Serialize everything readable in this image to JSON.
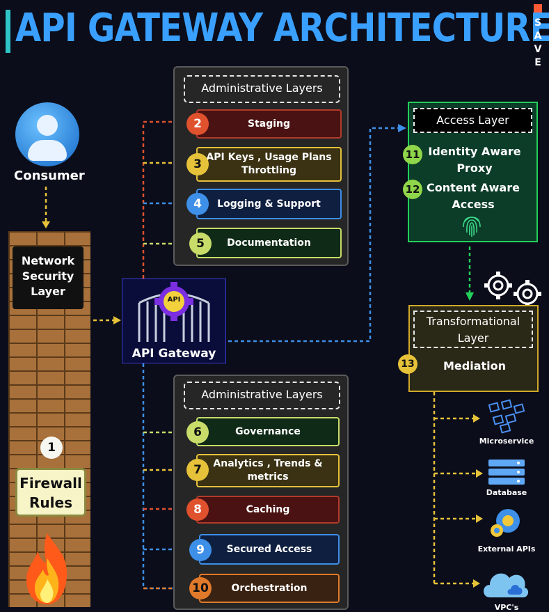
{
  "title": "API GATEWAY ARCHITECTURE",
  "save_letters": [
    "S",
    "A",
    "V",
    "E"
  ],
  "consumer": {
    "label": "Consumer"
  },
  "network_security": {
    "label": "Network Security Layer"
  },
  "firewall": {
    "number": "1",
    "label_line1": "Firewall",
    "label_line2": "Rules"
  },
  "gateway": {
    "badge": "API",
    "label": "API Gateway"
  },
  "admin_top": {
    "heading": "Administrative Layers",
    "items": [
      {
        "number": "2",
        "label_line1": "Staging",
        "label_line2": ""
      },
      {
        "number": "3",
        "label_line1": "API Keys , Usage Plans",
        "label_line2": "Throttling"
      },
      {
        "number": "4",
        "label_line1": "Logging & Support",
        "label_line2": ""
      },
      {
        "number": "5",
        "label_line1": "Documentation",
        "label_line2": ""
      }
    ]
  },
  "admin_bottom": {
    "heading": "Administrative Layers",
    "items": [
      {
        "number": "6",
        "label_line1": "Governance",
        "label_line2": ""
      },
      {
        "number": "7",
        "label_line1": "Analytics , Trends &",
        "label_line2": "metrics"
      },
      {
        "number": "8",
        "label_line1": "Caching",
        "label_line2": ""
      },
      {
        "number": "9",
        "label_line1": "Secured Access",
        "label_line2": ""
      },
      {
        "number": "10",
        "label_line1": "Orchestration",
        "label_line2": ""
      }
    ]
  },
  "access_layer": {
    "heading": "Access Layer",
    "items": [
      {
        "number": "11",
        "line1": "Identity Aware",
        "line2": "Proxy"
      },
      {
        "number": "12",
        "line1": "Content Aware",
        "line2": "Access"
      }
    ]
  },
  "transformational_layer": {
    "heading_line1": "Transformational",
    "heading_line2": "Layer",
    "number": "13",
    "item": "Mediation"
  },
  "services": [
    "Microservice",
    "Database",
    "External APIs",
    "VPC's"
  ],
  "colors": {
    "red": "#e0512e",
    "yellow": "#e6c23a",
    "blue": "#3d8fe8",
    "green": "#8fd64a",
    "orange": "#e07a2a",
    "title": "#3aa0ff",
    "background": "#0b0d1a"
  }
}
